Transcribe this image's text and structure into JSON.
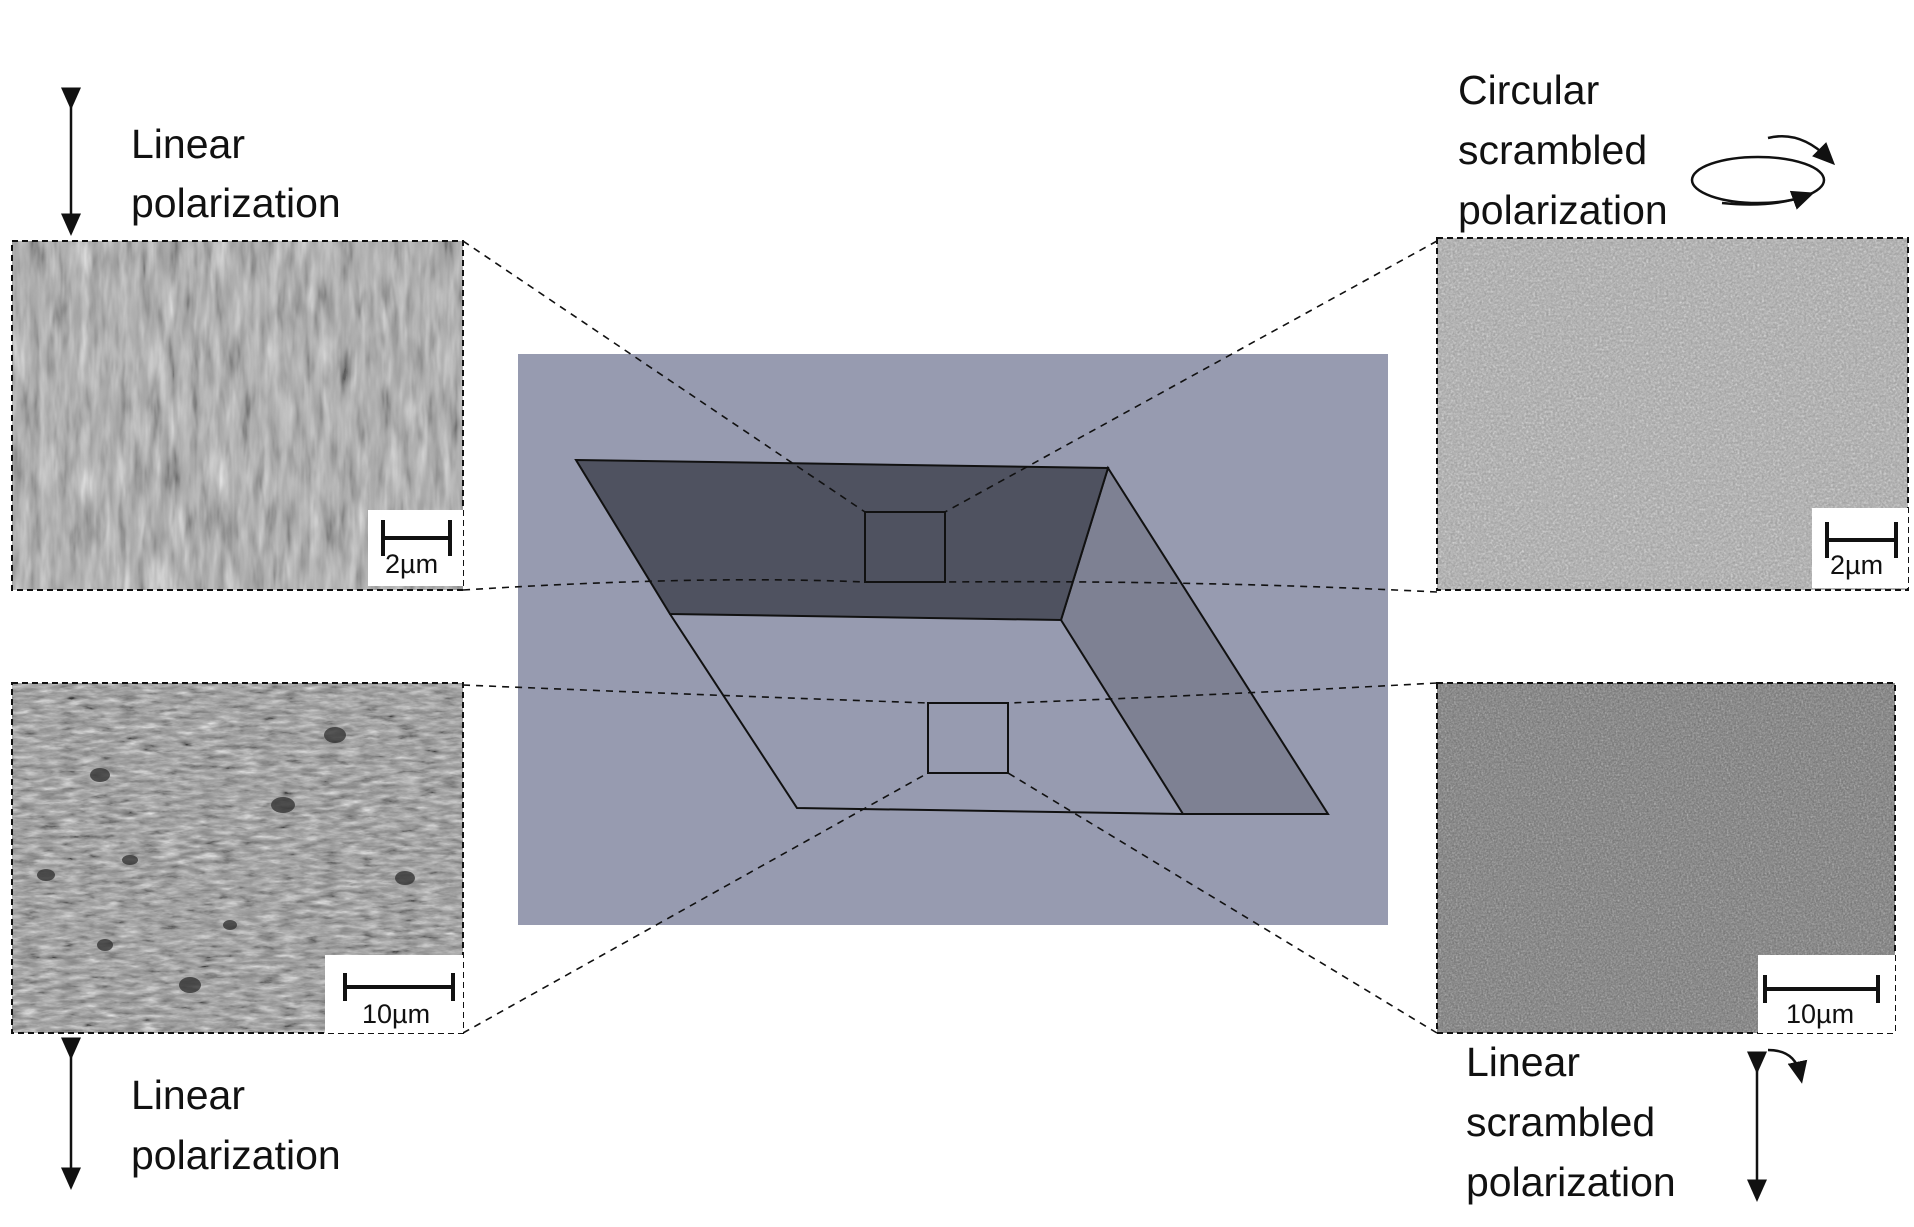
{
  "panels": {
    "top_left": {
      "label_lines": [
        "Linear",
        "polarization"
      ],
      "scale_bar": "2µm",
      "texture": "ripples"
    },
    "bottom_left": {
      "label_lines": [
        "Linear",
        "polarization"
      ],
      "scale_bar": "10µm",
      "texture": "grooves"
    },
    "top_right": {
      "label_lines": [
        "Circular",
        "scrambled",
        "polarization"
      ],
      "scale_bar": "2µm",
      "texture": "speckle-light"
    },
    "bottom_right": {
      "label_lines": [
        "Linear",
        "scrambled",
        "polarization"
      ],
      "scale_bar": "10µm",
      "texture": "speckle-dark"
    }
  },
  "colors": {
    "substrate": "#979bb0",
    "top_face": "#4f5260",
    "side_face": "#7e8193",
    "sem_light": "#a8a8a8",
    "sem_dark": "#7a7a7a"
  }
}
